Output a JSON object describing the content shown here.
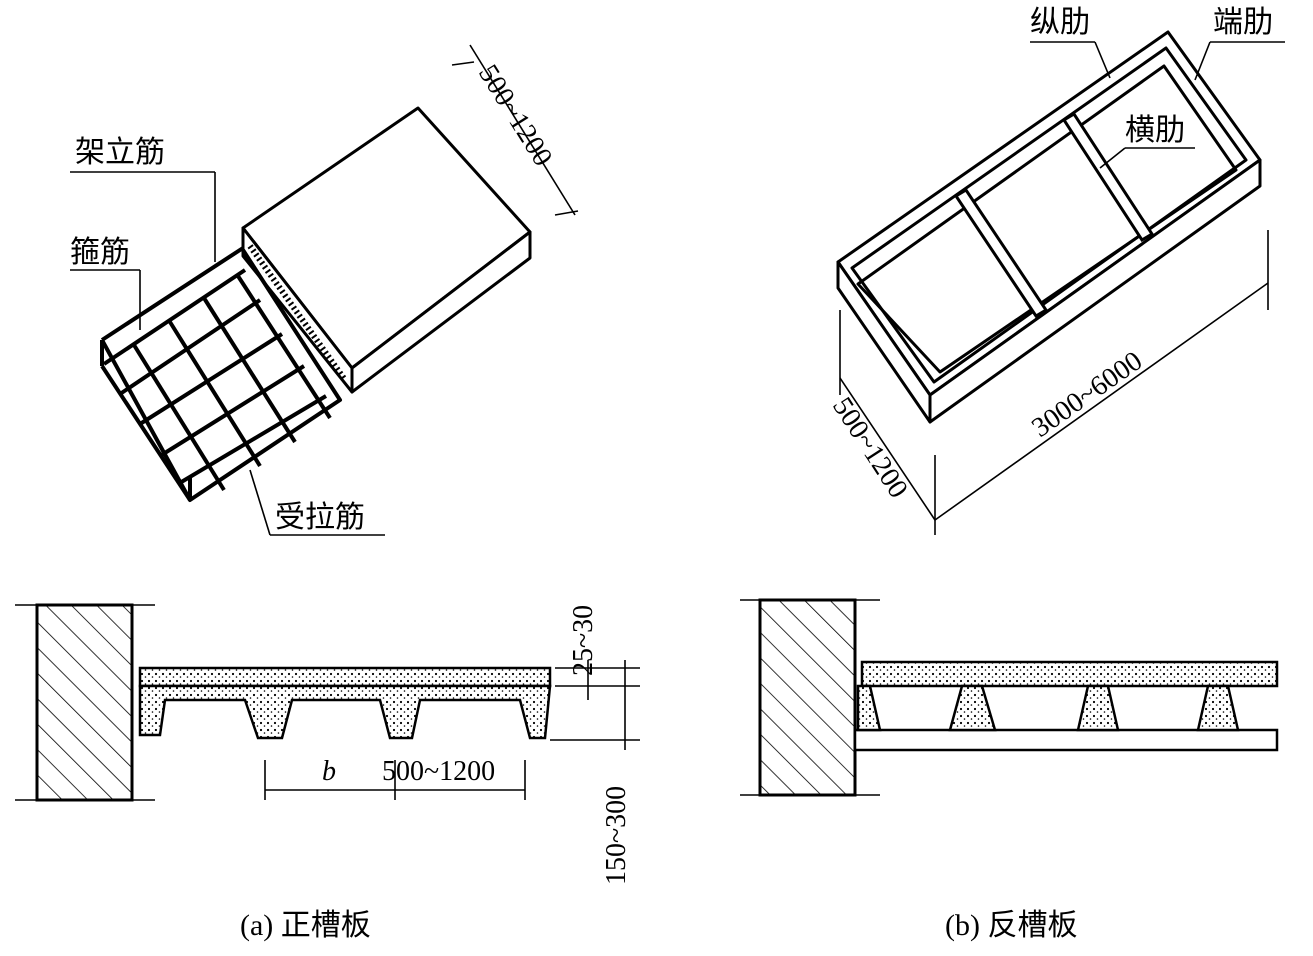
{
  "figure_a": {
    "caption": "(a) 正槽板",
    "labels": {
      "erect_bar": "架立筋",
      "stirrup": "箍筋",
      "tension_bar": "受拉筋"
    },
    "dims": {
      "width_iso": "500~1200",
      "top_thickness": "25~30",
      "rib_height": "150~300",
      "spacing_symbol": "b",
      "spacing": "500~1200"
    }
  },
  "figure_b": {
    "caption": "(b) 反槽板",
    "labels": {
      "longitudinal_rib": "纵肋",
      "end_rib": "端肋",
      "transverse_rib": "横肋"
    },
    "dims": {
      "length": "3000~6000",
      "width": "500~1200"
    }
  }
}
